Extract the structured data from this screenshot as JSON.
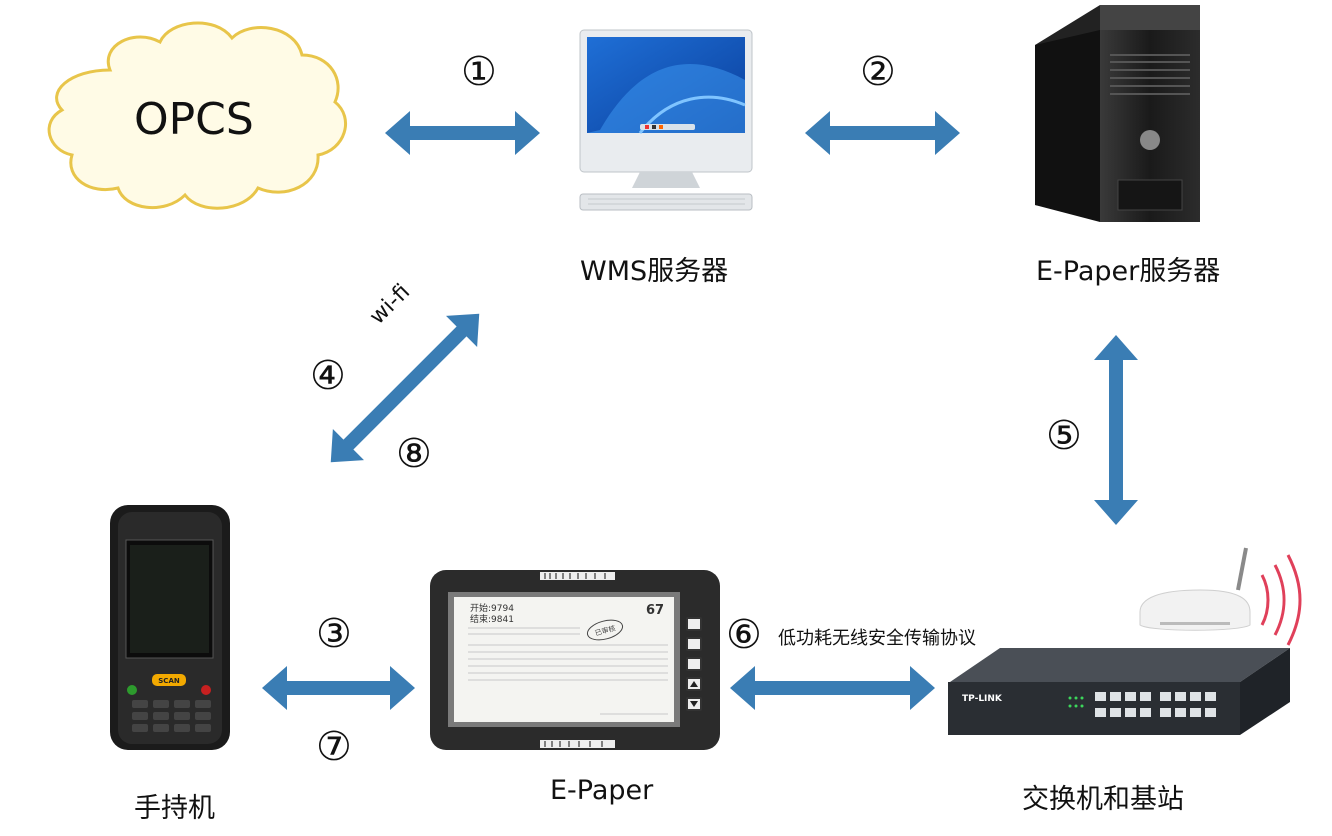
{
  "nodes": {
    "opcs": "OPCS",
    "wms": "WMS服务器",
    "epaper_server": "E-Paper服务器",
    "handheld": "手持机",
    "epaper": "E-Paper",
    "switch": "交换机和基站"
  },
  "links": {
    "n1": "①",
    "n2": "②",
    "n3": "③",
    "n4": "④",
    "n5": "⑤",
    "n6": "⑥",
    "n7": "⑦",
    "n8": "⑧",
    "wifi": "wi-fi",
    "protocol": "低功耗无线安全传输协议"
  },
  "device_text": {
    "epaper_screen": {
      "start": "开始:9794",
      "end": "结束:9841",
      "count": "67",
      "stamp": "已审核"
    },
    "handheld_key": "SCAN",
    "switch_brand": "TP-LINK"
  },
  "colors": {
    "arrow": "#3a7db4",
    "cloud_fill": "#fffbe6",
    "cloud_stroke": "#e8c54a"
  }
}
